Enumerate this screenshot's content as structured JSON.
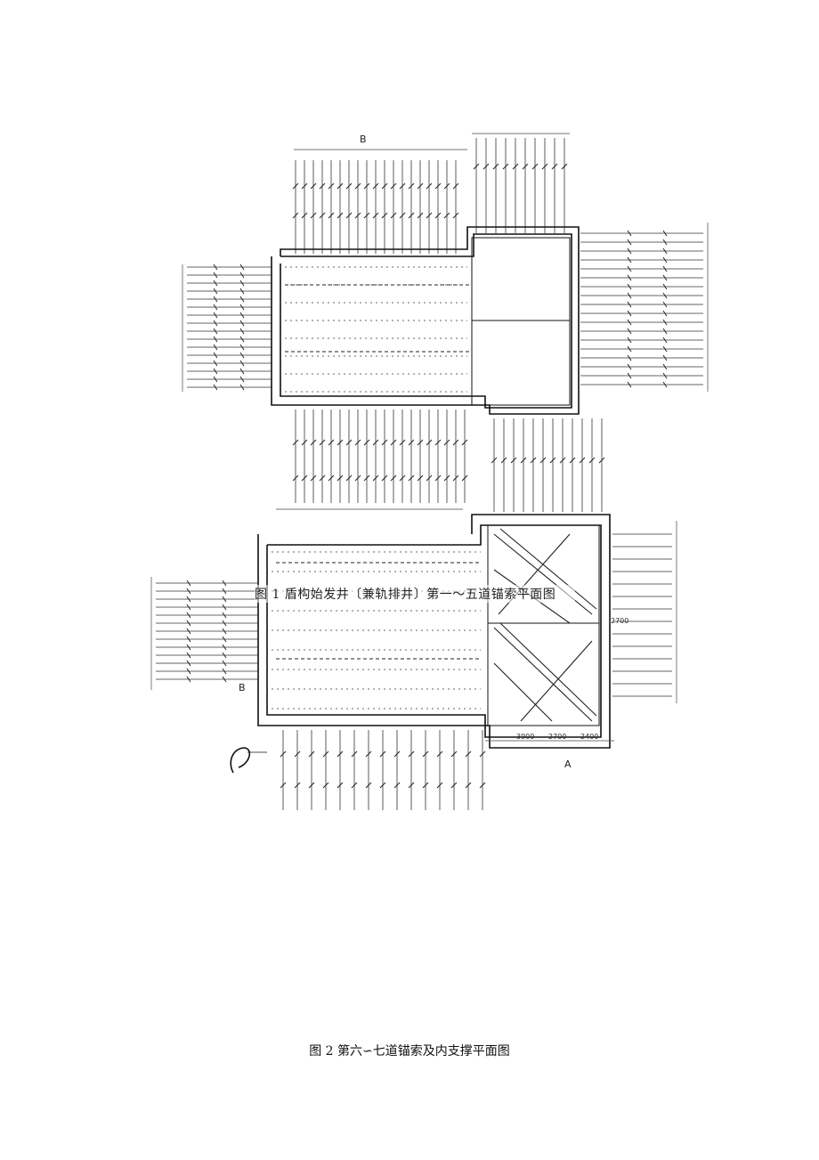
{
  "document": {
    "figure1_caption": "图 1  盾构始发井〔兼轨排井〕第一～五道锚索平面图",
    "figure2_caption": "图 2 第六∽七道锚索及内支撑平面图",
    "section_markers": [
      "B",
      "B",
      "A"
    ],
    "dimension_labels": [
      "3900",
      "2700",
      "2400",
      "2700"
    ]
  }
}
